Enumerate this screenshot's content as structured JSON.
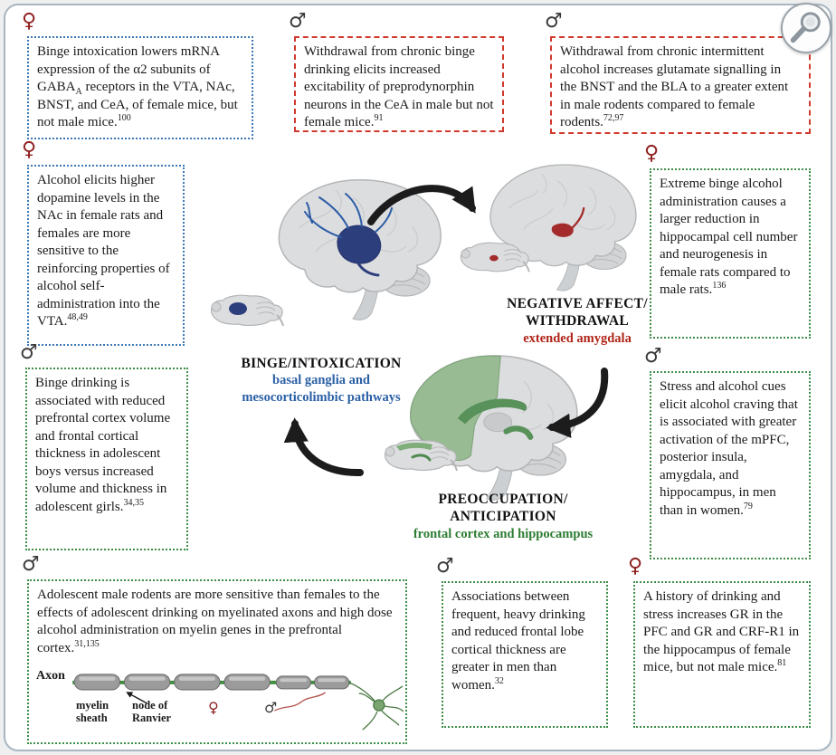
{
  "colors": {
    "binge_accent": "#2a5fa5",
    "withdrawal_accent": "#b02418",
    "preoccupation_accent": "#2e7d33",
    "female_symbol": "#8e1f1f",
    "male_symbol": "#3b3b3b",
    "box_border_blue": "#3c78b4",
    "box_border_red": "#cf3a2e",
    "box_border_green": "#3e8e49"
  },
  "stages": {
    "binge": {
      "title": "BINGE/INTOXICATION",
      "subtitle_line1": "basal ganglia and",
      "subtitle_line2": "mesocorticolimbic pathways"
    },
    "withdrawal": {
      "title_line1": "NEGATIVE AFFECT/",
      "title_line2": "WITHDRAWAL",
      "subtitle": "extended amygdala"
    },
    "preoccupation": {
      "title_line1": "PREOCCUPATION/",
      "title_line2": "ANTICIPATION",
      "subtitle": "frontal cortex and hippocampus"
    }
  },
  "boxes": [
    {
      "symbol": "♀",
      "gender": "female",
      "text_pre": "Binge intoxication lowers mRNA expression of the α2 subunits of GABA",
      "sub": "A",
      "text_post": " receptors in the VTA, NAc, BNST, and CeA, of female mice, but not male mice.",
      "ref": "100"
    },
    {
      "symbol": "♂",
      "gender": "male",
      "text": "Withdrawal from chronic binge drinking elicits increased excitability of preprodynorphin neurons in the CeA in male but not female mice.",
      "ref": "91"
    },
    {
      "symbol": "♂",
      "gender": "male",
      "text": "Withdrawal from chronic intermittent alcohol increases glutamate signalling in the BNST and the BLA to a greater extent in male rodents compared to female rodents.",
      "ref": "72,97"
    },
    {
      "symbol": "♀",
      "gender": "female",
      "text": "Alcohol elicits higher dopamine levels in the NAc in female rats and females are more sensitive to the reinforcing properties of alcohol self-administration into the VTA.",
      "ref": "48,49"
    },
    {
      "symbol": "♂",
      "gender": "male",
      "text": "Binge drinking is associated with reduced prefrontal cortex volume and frontal cortical thickness in adolescent boys versus increased volume and thickness in adolescent girls.",
      "ref": "34,35"
    },
    {
      "symbol": "♀",
      "gender": "female",
      "text": "Extreme binge alcohol administration causes a larger reduction in hippocampal cell number and neurogenesis in female rats compared to male rats.",
      "ref": "136"
    },
    {
      "symbol": "♂",
      "gender": "male",
      "text": "Stress and alcohol cues elicit alcohol craving that is associated with greater activation of the mPFC, posterior insula, amygdala, and hippocampus, in men than in women.",
      "ref": "79"
    },
    {
      "symbol": "♂",
      "gender": "male",
      "text": "Adolescent male rodents are more sensitive than females to the effects of adolescent drinking on myelinated axons and high dose alcohol administration on myelin genes in the prefrontal cortex.",
      "ref": "31,135"
    },
    {
      "symbol": "♂",
      "gender": "male",
      "text": "Associations between frequent, heavy drinking and reduced frontal lobe cortical thickness are greater in men than women.",
      "ref": "32"
    },
    {
      "symbol": "♀",
      "gender": "female",
      "text": "A history of drinking and stress increases GR in the PFC and GR and CRF-R1 in the hippocampus of female mice, but not male mice.",
      "ref": "81"
    }
  ],
  "axon_diagram": {
    "axon_label": "Axon",
    "myelin_label": "myelin sheath",
    "node_label": "node of Ranvier",
    "female_symbol": "♀",
    "male_symbol": "♂"
  }
}
